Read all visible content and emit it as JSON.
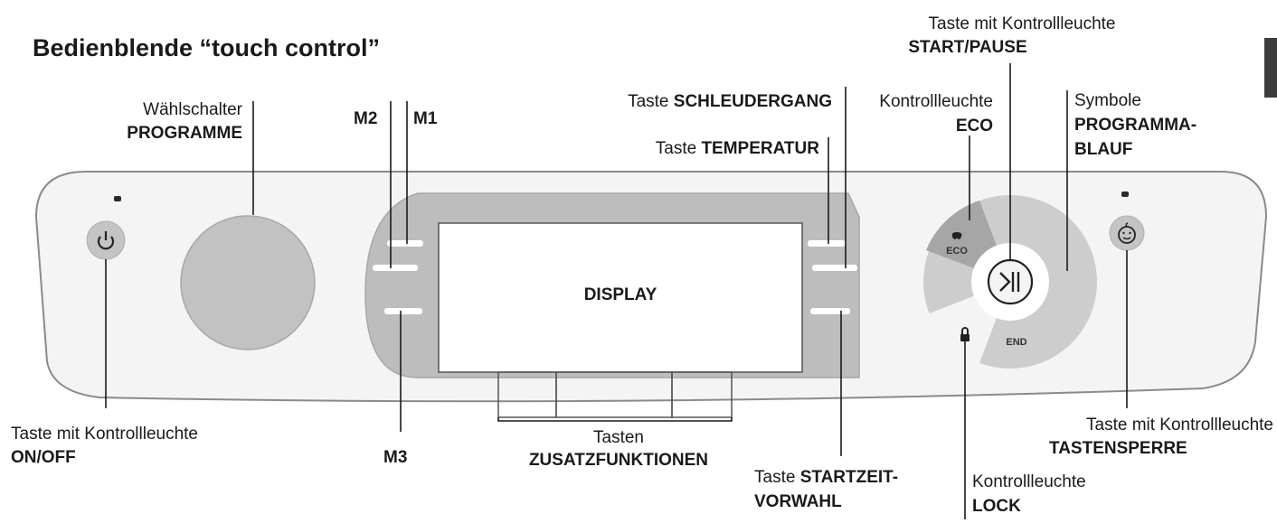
{
  "title": "Bedienblende “touch control”",
  "display": {
    "label": "DISPLAY"
  },
  "icons": {
    "power": "power-icon",
    "play_pause": "play-pause-icon",
    "eco": "eco-leaf-icon",
    "lock": "lock-icon",
    "child_lock": "child-face-icon"
  },
  "panel_texts": {
    "eco": "ECO",
    "end": "END"
  },
  "labels": {
    "programme_selector": {
      "line1": "Wählschalter",
      "line2": "PROGRAMME"
    },
    "m2": "M2",
    "m1": "M1",
    "m3": "M3",
    "spin_button": {
      "prefix": "Taste ",
      "bold": "SCHLEUDERGANG"
    },
    "temperature_button": {
      "prefix": "Taste ",
      "bold": "TEMPERATUR"
    },
    "eco_light": {
      "line1": "Kontrollleuchte",
      "line2": "ECO"
    },
    "start_pause": {
      "line1": "Taste mit Kontrollleuchte",
      "line2": "START/PAUSE"
    },
    "program_symbols": {
      "line1": "Symbole",
      "line2": "PROGRAMMA-",
      "line3": "BLAUF"
    },
    "on_off": {
      "line1": "Taste mit Kontrollleuchte",
      "line2": "ON/OFF"
    },
    "extra_functions": {
      "line1": "Tasten",
      "line2": "ZUSATZFUNKTIONEN"
    },
    "delay_start": {
      "prefix": "Taste ",
      "bold": "STARTZEIT-",
      "line2": "VORWAHL"
    },
    "lock_light": {
      "line1": "Kontrollleuchte",
      "line2": "LOCK"
    },
    "key_lock": {
      "line1": "Taste mit Kontrollleuchte",
      "line2": "TASTENSPERRE"
    }
  },
  "colors": {
    "panel_fill": "#f4f4f4",
    "panel_stroke": "#8a8a8a",
    "control_gray": "#bdbdbd",
    "dark_gray": "#9e9e9e",
    "display_fill": "#ffffff"
  }
}
